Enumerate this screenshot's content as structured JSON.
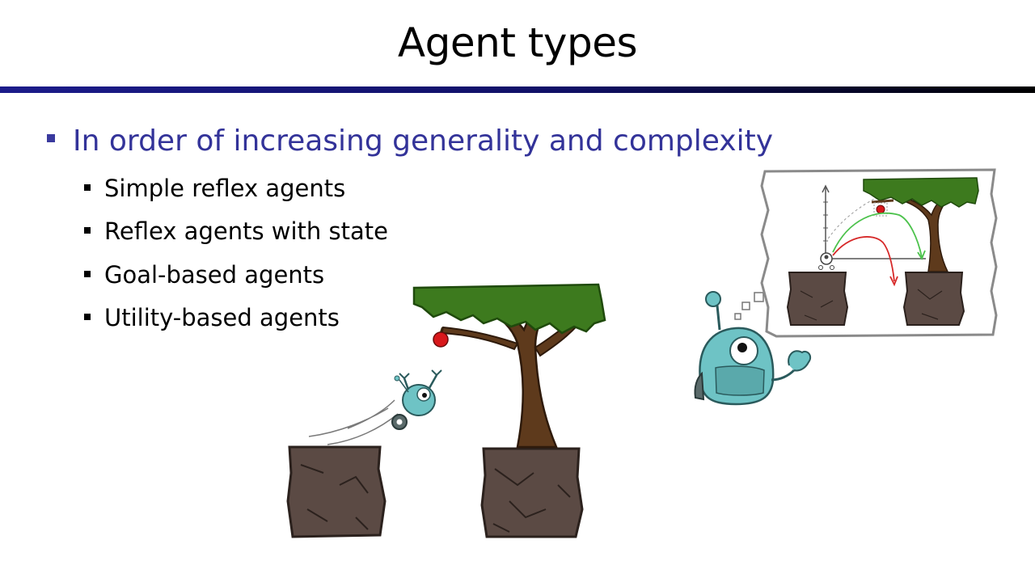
{
  "slide": {
    "title": "Agent types",
    "main_bullet": "In order of increasing generality and complexity",
    "sub_bullets": [
      "Simple reflex agents",
      "Reflex agents with state",
      "Goal-based agents",
      "Utility-based agents"
    ]
  },
  "colors": {
    "title_rule": "#101066",
    "main_bullet_text": "#333399",
    "tree_canopy": "#3d7a1e",
    "tree_trunk": "#5e3a1c",
    "rock": "#5b4a44",
    "robot_body": "#6ec3c5",
    "apple": "#d8181b",
    "trajectory_green": "#4cc24c",
    "trajectory_red": "#d62828"
  },
  "illustrations": [
    "robot-falling-icon",
    "tree-with-apple-icon",
    "rock-cliffs-icon",
    "thinking-robot-icon",
    "thought-bubble-plan-icon"
  ]
}
